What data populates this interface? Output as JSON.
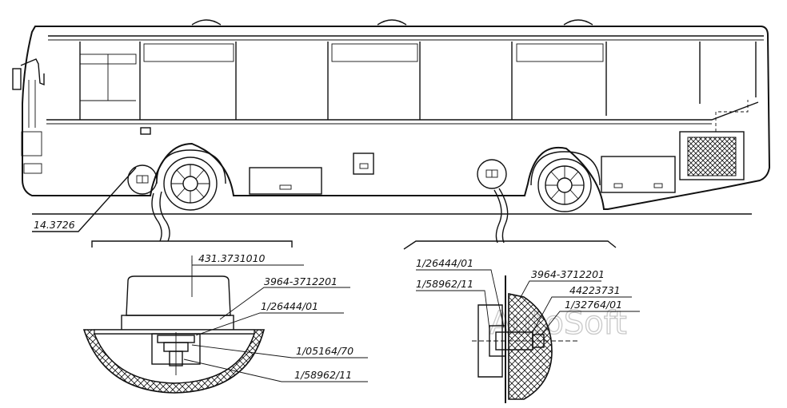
{
  "watermark": "AutoSoft",
  "labels": {
    "bus_callout": "14.3726",
    "left_detail": {
      "part_top": "431.3731010",
      "bracket": "3964-3712201",
      "washer": "1/26444/01",
      "nut": "1/05164/70",
      "bolt": "1/58962/11"
    },
    "right_detail": {
      "washer": "1/26444/01",
      "bolt": "1/58962/11",
      "bracket": "3964-3712201",
      "lamp": "44223731",
      "nut": "1/32764/01"
    }
  }
}
